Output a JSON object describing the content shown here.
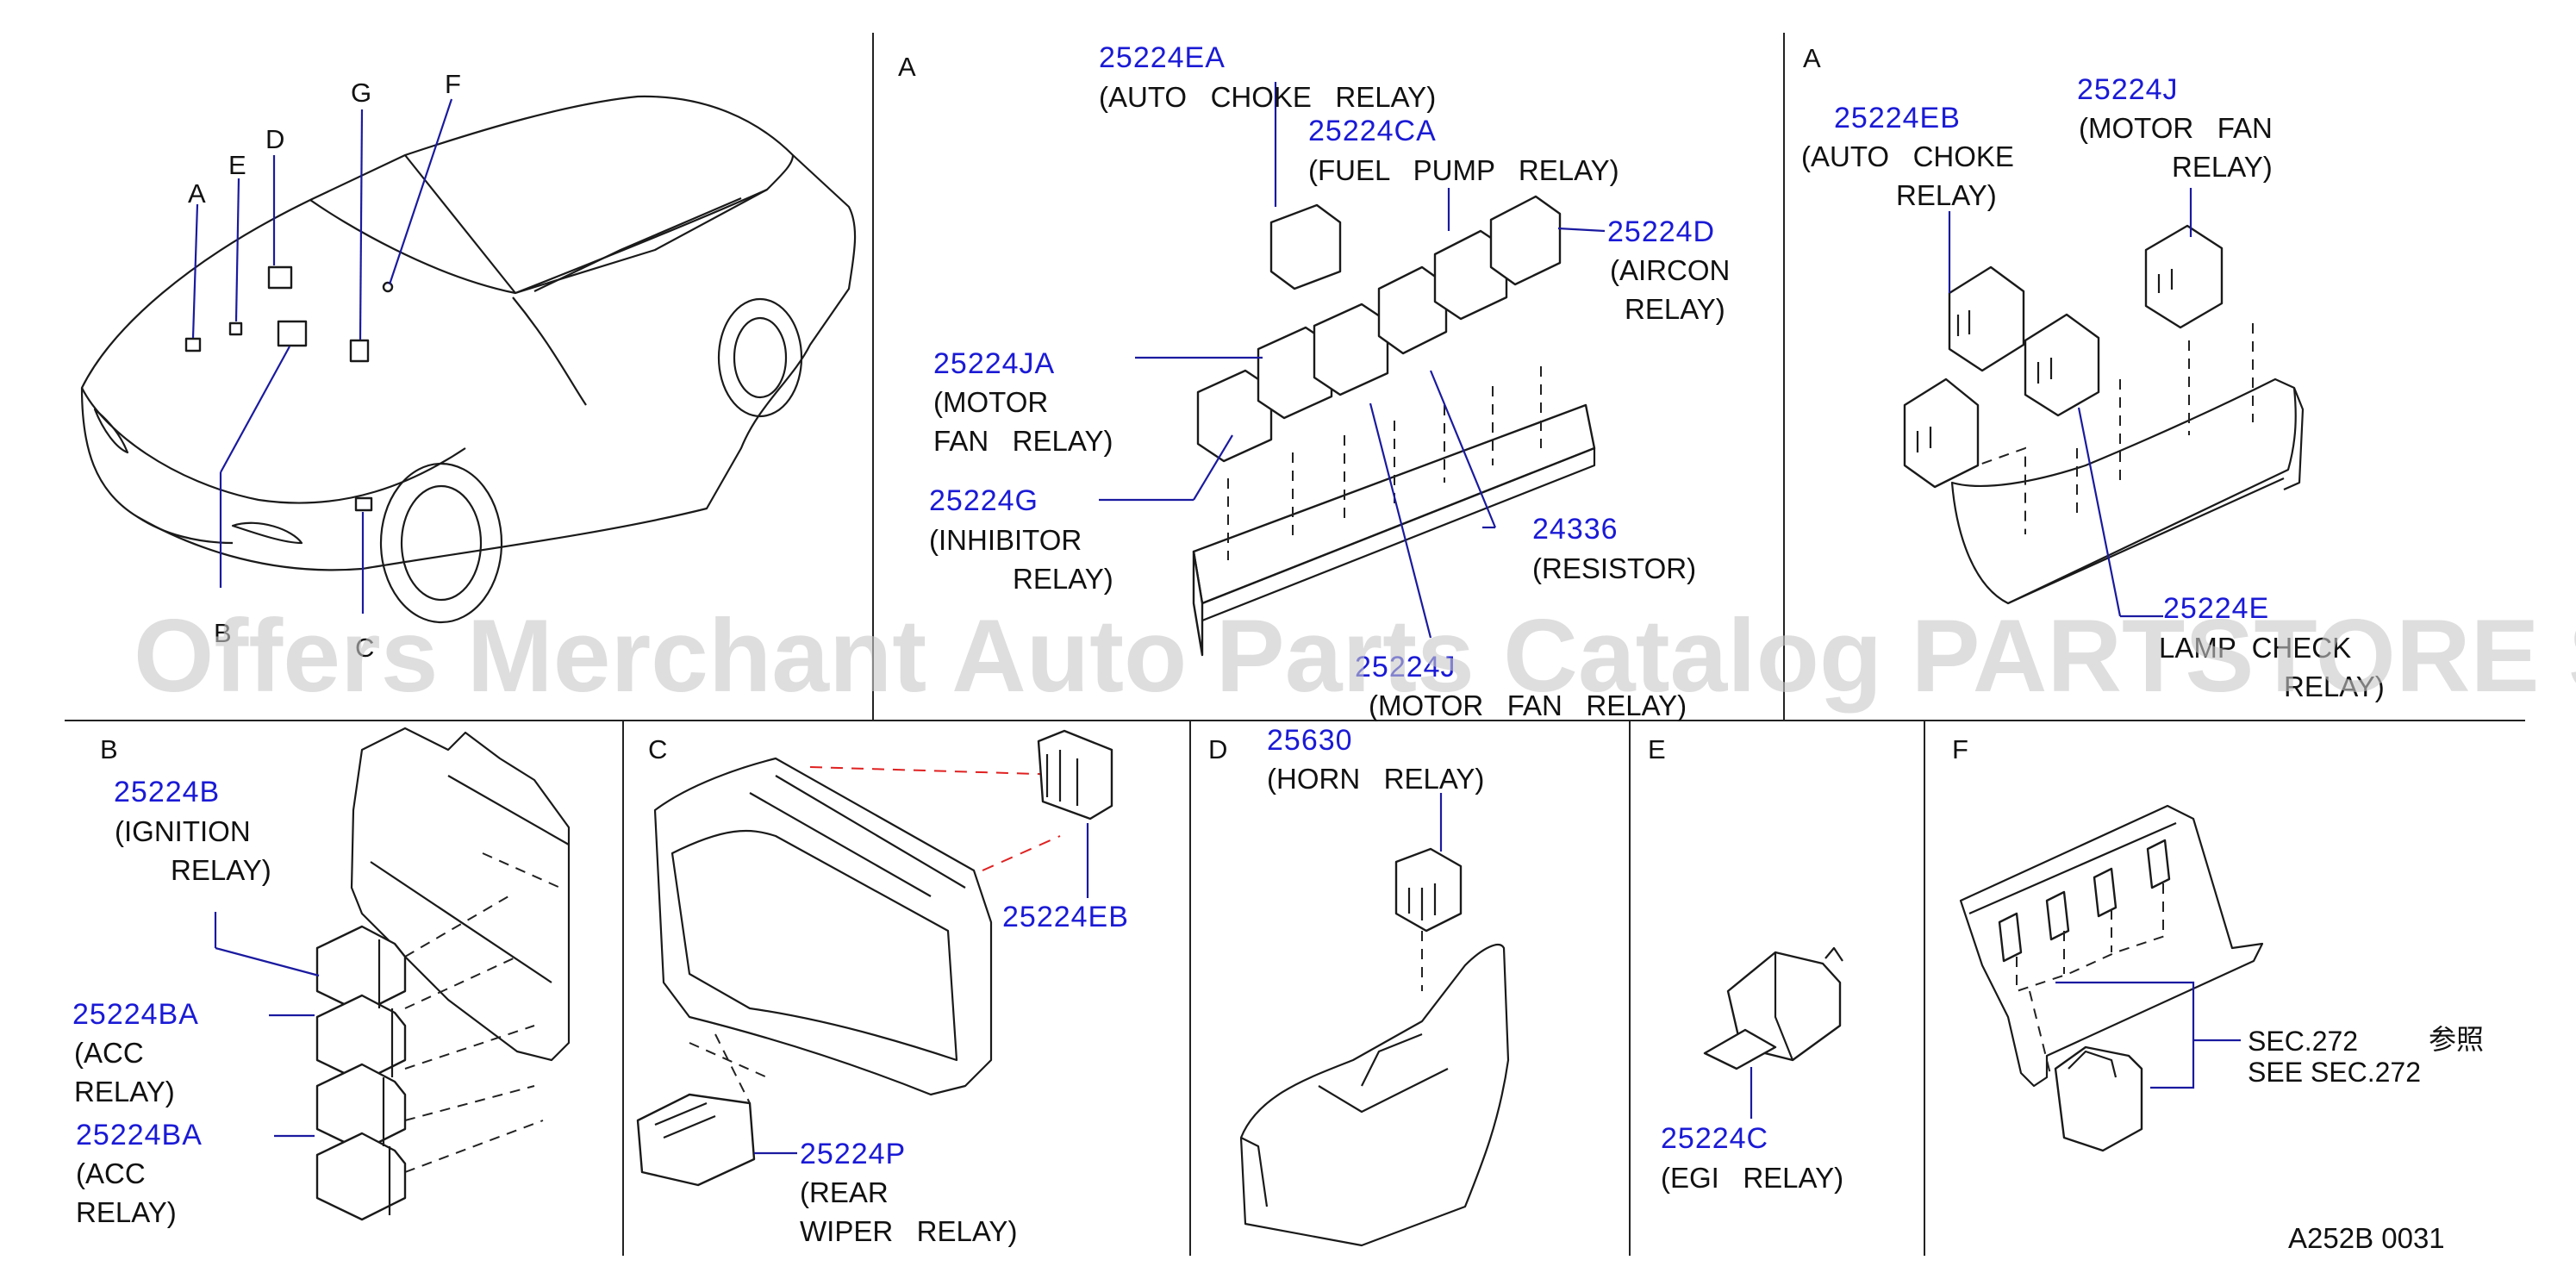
{
  "diagram": {
    "figure_code": "A252B  0031",
    "watermark": "Offers Merchant Auto Parts Catalog PARTSTORE SA",
    "car_locations": [
      "A",
      "B",
      "C",
      "D",
      "E",
      "F",
      "G"
    ],
    "panels": {
      "a_front": {
        "letter": "A",
        "callouts": [
          {
            "part": "25224EA",
            "name": [
              "(AUTO   CHOKE   RELAY)"
            ]
          },
          {
            "part": "25224CA",
            "name": [
              "(FUEL   PUMP   RELAY)"
            ]
          },
          {
            "part": "25224D",
            "name": [
              "(AIRCON",
              "RELAY)"
            ]
          },
          {
            "part": "25224JA",
            "name": [
              "(MOTOR",
              "FAN   RELAY)"
            ]
          },
          {
            "part": "25224G",
            "name": [
              "(INHIBITOR",
              "RELAY)"
            ]
          },
          {
            "part": "24336",
            "name": [
              "(RESISTOR)"
            ]
          },
          {
            "part": "25224J",
            "name": [
              "(MOTOR   FAN   RELAY)"
            ]
          }
        ]
      },
      "a_rear": {
        "letter": "A",
        "callouts": [
          {
            "part": "25224EB",
            "name": [
              "(AUTO   CHOKE",
              "RELAY)"
            ]
          },
          {
            "part": "25224J",
            "name": [
              "(MOTOR   FAN",
              "RELAY)"
            ]
          },
          {
            "part": "25224E",
            "name": [
              "LAMP  CHECK",
              "RELAY)"
            ]
          }
        ]
      },
      "b": {
        "letter": "B",
        "callouts": [
          {
            "part": "25224B",
            "name": [
              "(IGNITION",
              "RELAY)"
            ]
          },
          {
            "part": "25224BA",
            "name": [
              "(ACC",
              "RELAY)"
            ]
          },
          {
            "part": "25224BA",
            "name": [
              "(ACC",
              "RELAY)"
            ]
          }
        ]
      },
      "c": {
        "letter": "C",
        "callouts": [
          {
            "part": "25224EB",
            "name": []
          },
          {
            "part": "25224P",
            "name": [
              "(REAR",
              "WIPER   RELAY)"
            ]
          }
        ]
      },
      "d": {
        "letter": "D",
        "callouts": [
          {
            "part": "25630",
            "name": [
              "(HORN   RELAY)"
            ]
          }
        ]
      },
      "e": {
        "letter": "E",
        "callouts": [
          {
            "part": "25224C",
            "name": [
              "(EGI   RELAY)"
            ]
          }
        ]
      },
      "f": {
        "letter": "F",
        "callouts": [
          {
            "part": "",
            "name": [
              "SEC.272",
              "参照",
              "SEE   SEC.272"
            ]
          }
        ]
      }
    }
  }
}
